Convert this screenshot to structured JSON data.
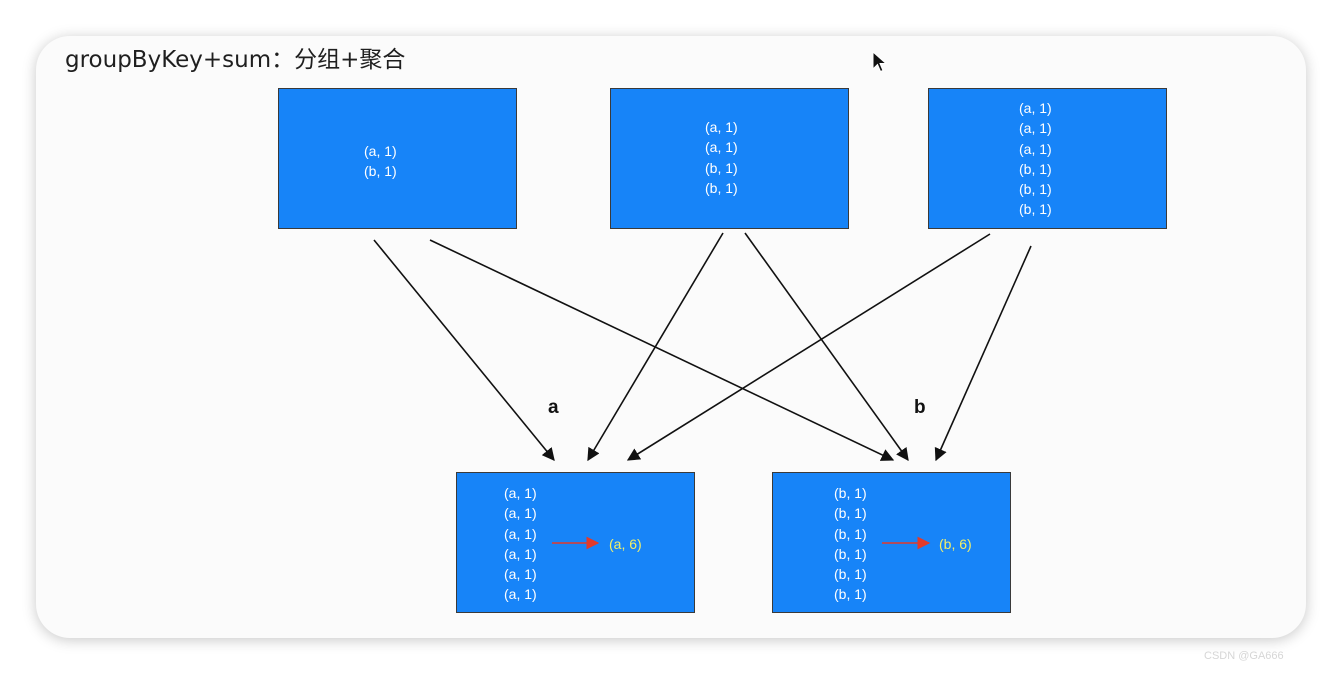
{
  "title": "groupByKey+sum：分组+聚合",
  "sources": [
    {
      "lines": [
        "(a, 1)",
        "(b, 1)"
      ]
    },
    {
      "lines": [
        "(a, 1)",
        "(a, 1)",
        "(b, 1)",
        "(b, 1)"
      ]
    },
    {
      "lines": [
        "(a, 1)",
        "(a, 1)",
        "(a, 1)",
        "(b, 1)",
        "(b, 1)",
        "(b, 1)"
      ]
    }
  ],
  "targets": [
    {
      "lines": [
        "(a, 1)",
        "(a, 1)",
        "(a, 1)",
        "(a, 1)",
        "(a, 1)",
        "(a, 1)"
      ],
      "result": "(a, 6)"
    },
    {
      "lines": [
        "(b, 1)",
        "(b, 1)",
        "(b, 1)",
        "(b, 1)",
        "(b, 1)",
        "(b, 1)"
      ],
      "result": "(b, 6)"
    }
  ],
  "group_labels": {
    "a": "a",
    "b": "b"
  },
  "watermark": "CSDN @GA666",
  "colors": {
    "box_fill": "#1784f8",
    "result_text": "#f2f06a",
    "reduce_arrow": "#e23a2a"
  }
}
